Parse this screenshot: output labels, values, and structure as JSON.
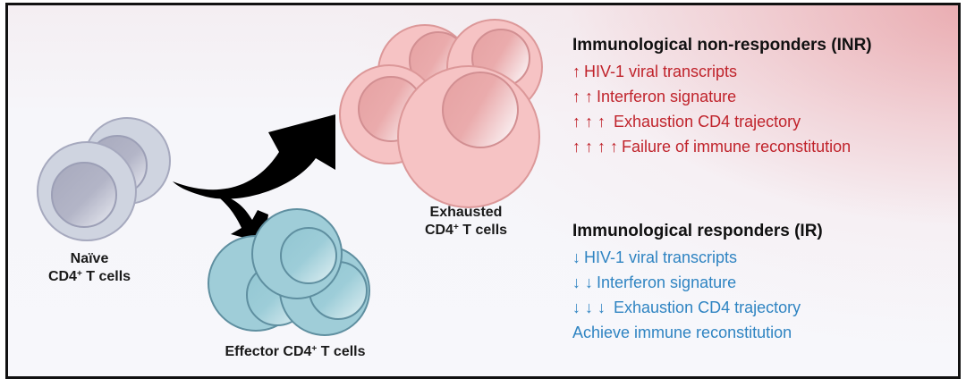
{
  "cells": {
    "naive": {
      "line1": "Naïve",
      "line2_main": "CD4",
      "line2_sup": "+",
      "line2_tail": " T cells",
      "color": "#cfd4e0"
    },
    "effector": {
      "main": "Effector CD4",
      "sup": "+",
      "tail": " T cells",
      "color": "#9fcdd8"
    },
    "exhausted": {
      "line1": "Exhausted",
      "line2_main": "CD4",
      "line2_sup": "+",
      "line2_tail": " T cells",
      "color": "#f6c3c4"
    }
  },
  "inr": {
    "title": "Immunological non-responders (INR)",
    "color": "#c0232b",
    "items": [
      {
        "arrows": "↑",
        "text": "HIV-1 viral transcripts"
      },
      {
        "arrows": "↑ ↑",
        "text": "Interferon signature"
      },
      {
        "arrows": "↑ ↑ ↑",
        "text": " Exhaustion CD4 trajectory"
      },
      {
        "arrows": "↑ ↑ ↑ ↑",
        "text": "Failure of immune reconstitution"
      }
    ]
  },
  "ir": {
    "title": "Immunological responders (IR)",
    "color": "#2f84c2",
    "items": [
      {
        "arrows": "↓",
        "text": "HIV-1 viral transcripts"
      },
      {
        "arrows": "↓ ↓",
        "text": "Interferon signature"
      },
      {
        "arrows": "↓ ↓ ↓",
        "text": " Exhaustion CD4 trajectory"
      },
      {
        "arrows": "",
        "text": "Achieve immune reconstitution"
      }
    ]
  }
}
